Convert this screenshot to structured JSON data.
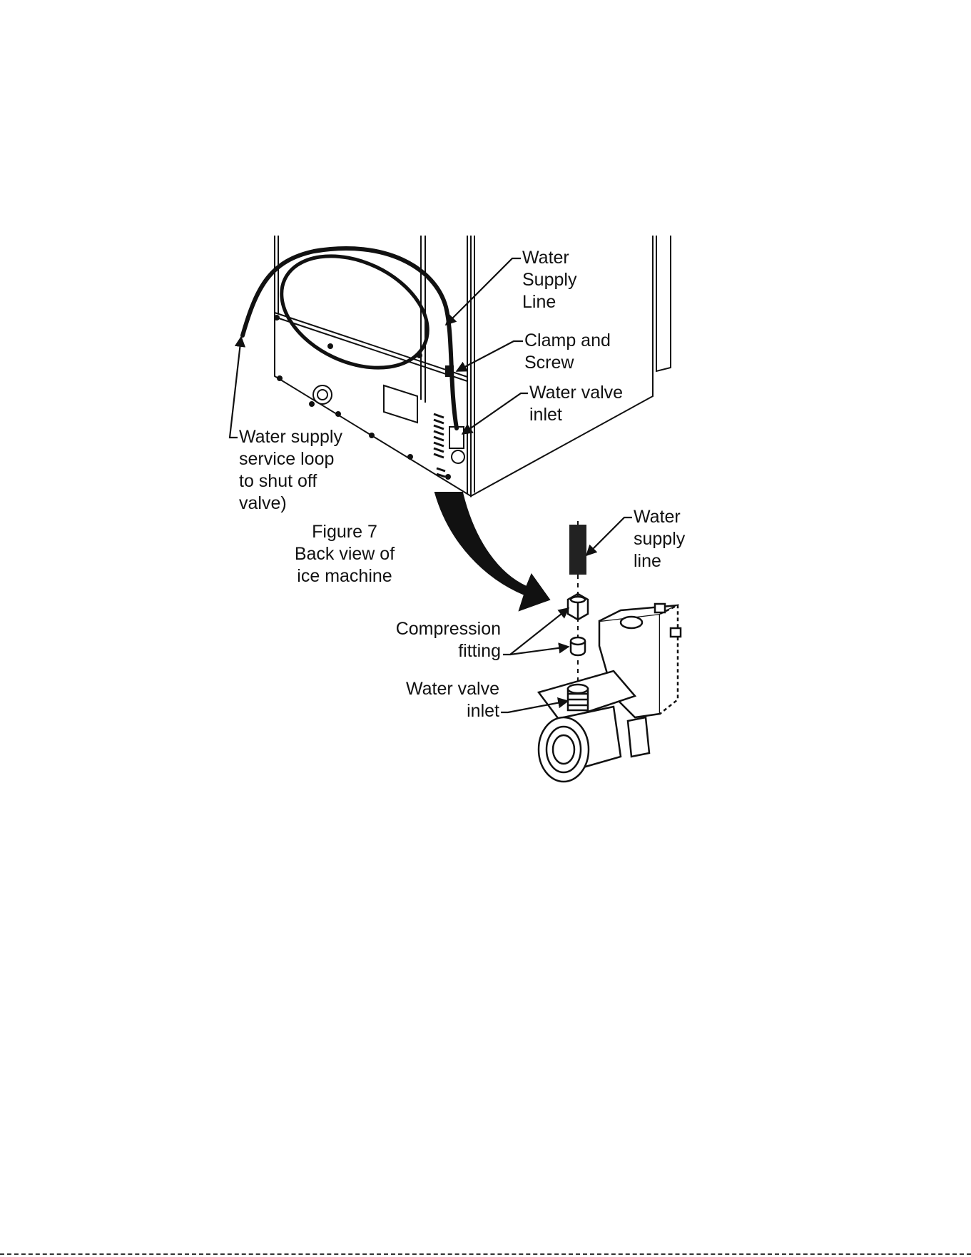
{
  "labels": {
    "water_supply_line_top": [
      "Water",
      "Supply",
      "Line"
    ],
    "clamp_and_screw": [
      "Clamp and",
      "Screw"
    ],
    "water_valve_inlet_top": [
      "Water valve",
      "inlet"
    ],
    "service_loop": [
      "Water supply",
      "service loop",
      "to shut off",
      "valve)"
    ],
    "figure_caption": [
      "Figure 7",
      "Back view of",
      "ice machine"
    ],
    "water_supply_line_detail": [
      "Water",
      "supply",
      "line"
    ],
    "compression_fitting": [
      "Compression",
      "fitting"
    ],
    "water_valve_inlet_detail": [
      "Water valve",
      "inlet"
    ]
  },
  "colors": {
    "ink": "#111111",
    "background": "#ffffff"
  }
}
